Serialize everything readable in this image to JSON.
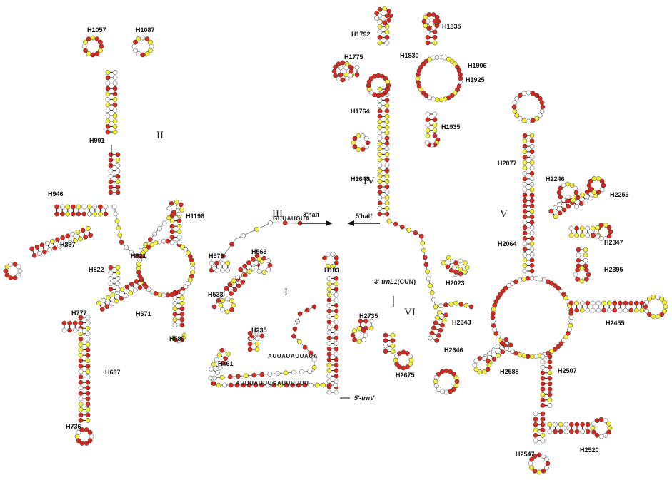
{
  "colors": {
    "red": "#d42a1f",
    "yellow": "#f4f03b",
    "white": "#ffffff",
    "outline": "#333333",
    "text": "#111111"
  },
  "domains": [
    "I",
    "II",
    "III",
    "IV",
    "V",
    "VI"
  ],
  "helix_labels": [
    "H183",
    "H235",
    "H461",
    "H533",
    "H563",
    "H579",
    "H589",
    "H671",
    "H687",
    "H736",
    "H777",
    "H821",
    "H822",
    "H837",
    "H946",
    "H991",
    "H1057",
    "H1087",
    "H1196",
    "H1648",
    "H1764",
    "H1775",
    "H1792",
    "H1830",
    "H1835",
    "H1906",
    "H1925",
    "H1935",
    "H2023",
    "H2043",
    "H2064",
    "H2077",
    "H2246",
    "H2259",
    "H2347",
    "H2395",
    "H2455",
    "H2507",
    "H2520",
    "H2547",
    "H2588",
    "H2646",
    "H2675",
    "H2735"
  ],
  "end_labels": {
    "five_prime": "5'-trnV",
    "three_prime_prefix": "3'-",
    "three_prime_gene": "trnL1",
    "three_prime_suffix": "(CUN)"
  },
  "half_labels": {
    "three_half": "3'half",
    "five_half": "5'half"
  },
  "sequences": {
    "iii_linker": "GUUAUGUA",
    "i_bottom": "AUUUAUUUGAUUUUUU",
    "i_loop": "AUUAUAUUAUA"
  }
}
